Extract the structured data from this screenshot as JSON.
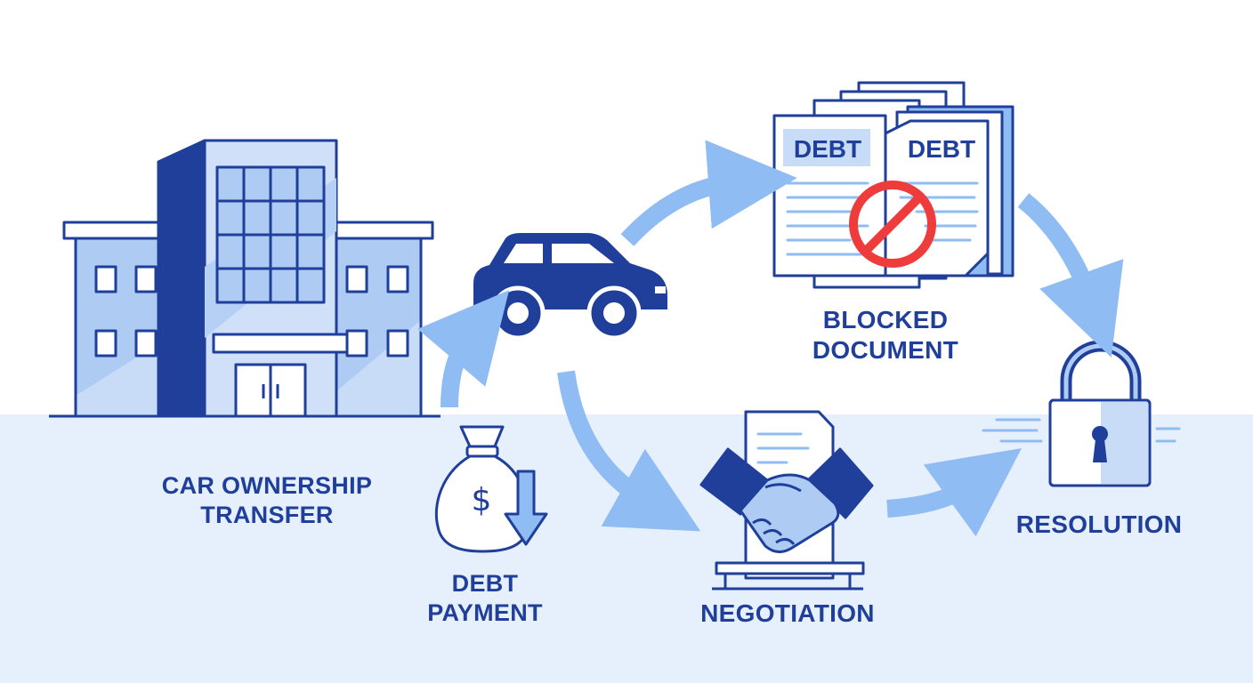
{
  "steps": {
    "car_ownership_transfer": {
      "line1": "CAR OWNERSHIP",
      "line2": "TRANSFER"
    },
    "blocked_document": {
      "line1": "BLOCKED",
      "line2": "DOCUMENT"
    },
    "debt_payment": {
      "line1": "DEBT",
      "line2": "PAYMENT"
    },
    "negotiation": {
      "line1": "NEGOTIATION"
    },
    "resolution": {
      "line1": "RESOLUTION"
    }
  },
  "documents": {
    "left_label": "DEBT",
    "right_label": "DEBT"
  },
  "icons": {
    "building": "office-building-icon",
    "car": "car-icon",
    "documents": "debt-documents-icon",
    "blocked": "prohibited-sign-icon",
    "money": "money-bag-icon",
    "handshake": "handshake-icon",
    "lock": "padlock-icon"
  },
  "colors": {
    "navy": "#1f3f9a",
    "light_blue": "#c9dcf7",
    "arrow_blue": "#8fbcf3",
    "prohibited_red": "#ee3b3b",
    "ground": "#e6f0fc"
  }
}
